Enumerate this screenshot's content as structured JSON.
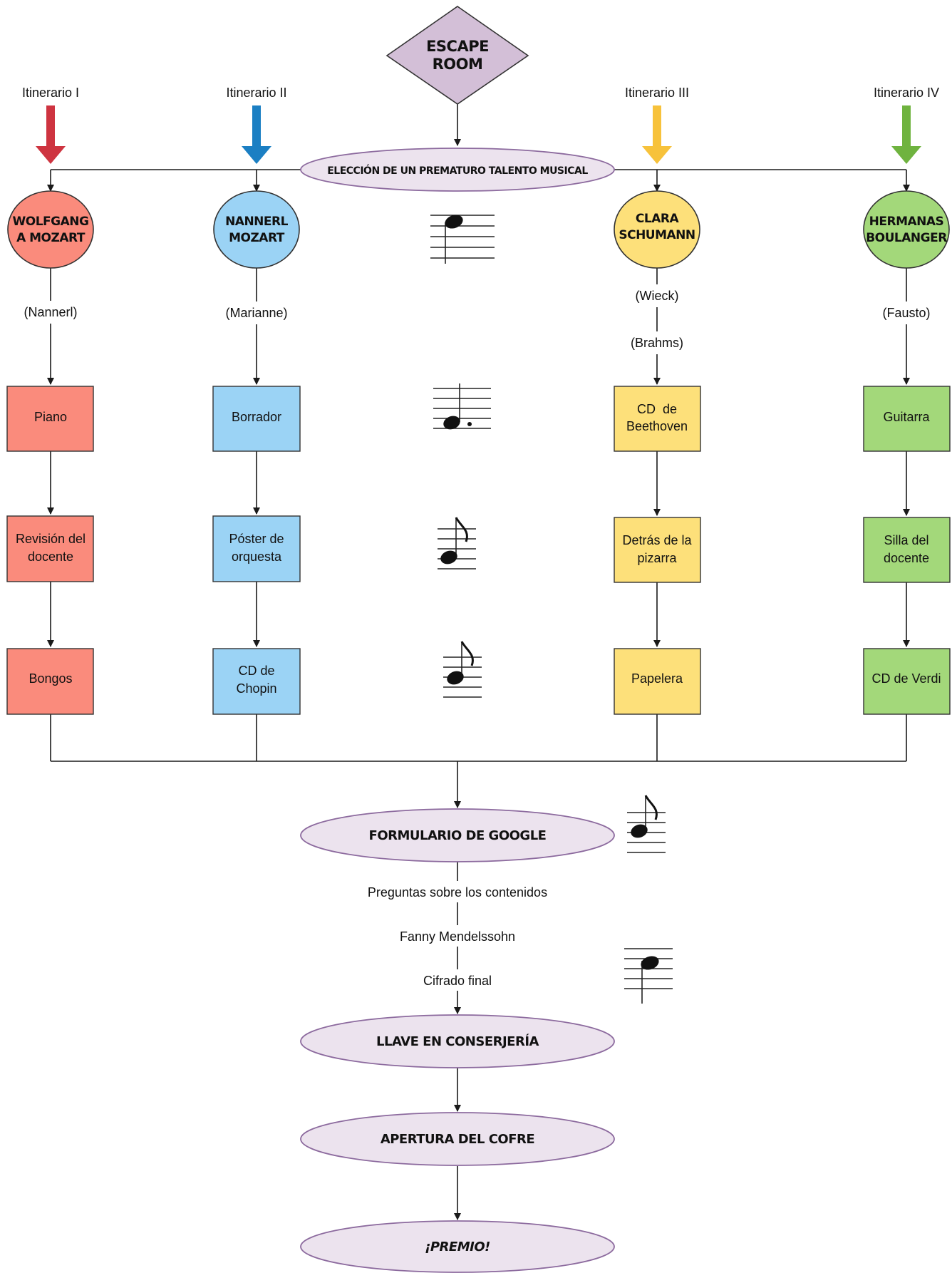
{
  "colors": {
    "itinerary_1": "#ce3440",
    "itinerary_2": "#1b7fc3",
    "itinerary_3": "#f7c23b",
    "itinerary_4": "#6fb33f",
    "red_fill": "#fa8b7c",
    "blue_fill": "#9bd3f5",
    "yellow_fill": "#fde07a",
    "green_fill": "#a3d87a",
    "lilac_fill": "#ece3ee",
    "lilac_stroke": "#8c6a9e",
    "diamond_fill": "#d3bfd7",
    "line": "#1a1a1a"
  },
  "top": {
    "title": "ESCAPE ROOM",
    "choice": "ELECCIÓN DE UN PREMATURO TALENTO MUSICAL"
  },
  "itineraries": [
    {
      "label": "Itinerario I",
      "composer": "WOLFGANG A MOZART",
      "clues": [
        "(Nannerl)"
      ],
      "steps": [
        "Piano",
        "Revisión del docente",
        "Bongos"
      ]
    },
    {
      "label": "Itinerario II",
      "composer": "NANNERL MOZART",
      "clues": [
        "(Marianne)"
      ],
      "steps": [
        "Borrador",
        "Póster de orquesta",
        "CD de Chopin"
      ]
    },
    {
      "label": "Itinerario III",
      "composer": "CLARA SCHUMANN",
      "clues": [
        "(Wieck)",
        "(Brahms)"
      ],
      "steps": [
        "CD  de Beethoven",
        "Detrás de la pizarra",
        "Papelera"
      ]
    },
    {
      "label": "Itinerario IV",
      "composer": "HERMANAS BOULANGER",
      "clues": [
        "(Fausto)"
      ],
      "steps": [
        "Guitarra",
        "Silla del docente",
        "CD de Verdi"
      ]
    }
  ],
  "bottom": {
    "form": "FORMULARIO DE GOOGLE",
    "step_texts": [
      "Preguntas sobre los contenidos",
      "Fanny Mendelssohn",
      "Cifrado final"
    ],
    "key": "LLAVE EN CONSERJERÍA",
    "chest": "APERTURA DEL COFRE",
    "prize": "¡PREMIO!"
  },
  "icons": [
    "music-note-whole-icon",
    "music-note-dotted-half-icon",
    "music-note-eighth-icon",
    "music-note-eighth-icon",
    "music-note-eighth-icon",
    "music-note-whole-icon"
  ]
}
